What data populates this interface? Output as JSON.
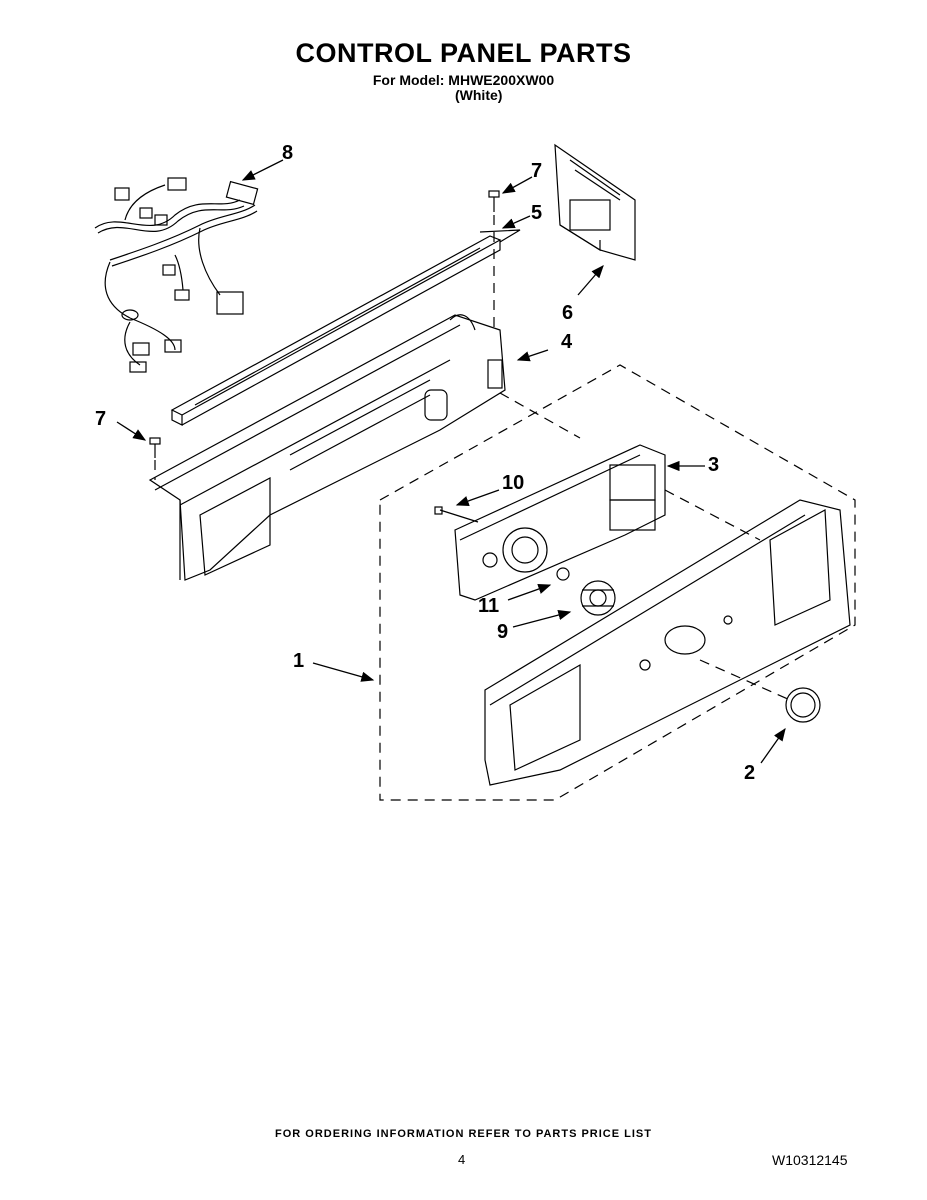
{
  "header": {
    "title": "CONTROL PANEL PARTS",
    "model_line": "For Model: MHWE200XW00",
    "color": "(White)"
  },
  "callouts": {
    "c1": "1",
    "c2": "2",
    "c3": "3",
    "c4": "4",
    "c5": "5",
    "c6": "6",
    "c7a": "7",
    "c7b": "7",
    "c8": "8",
    "c9": "9",
    "c10": "10",
    "c11": "11"
  },
  "footer": {
    "ordering": "FOR ORDERING INFORMATION REFER TO PARTS PRICE LIST",
    "page": "4",
    "doc_number": "W10312145"
  }
}
